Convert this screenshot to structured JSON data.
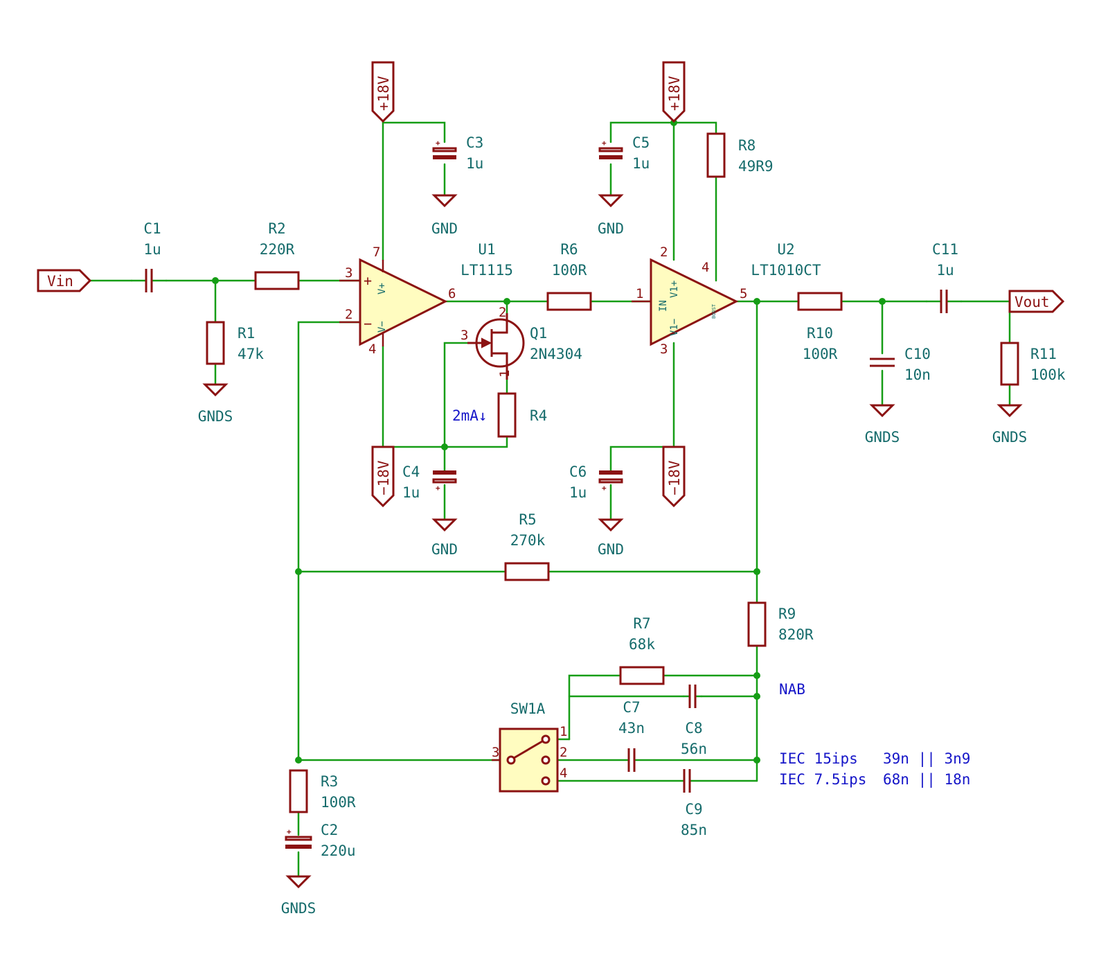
{
  "labels": {
    "vin": "Vin",
    "vout": "Vout"
  },
  "power": {
    "p18": "+18V",
    "n18": "−18V"
  },
  "grounds": {
    "gnd": "GND",
    "gnds": "GNDS"
  },
  "components": {
    "C1": {
      "ref": "C1",
      "value": "1u"
    },
    "C2": {
      "ref": "C2",
      "value": "220u"
    },
    "C3": {
      "ref": "C3",
      "value": "1u"
    },
    "C4": {
      "ref": "C4",
      "value": "1u"
    },
    "C5": {
      "ref": "C5",
      "value": "1u"
    },
    "C6": {
      "ref": "C6",
      "value": "1u"
    },
    "C7": {
      "ref": "C7",
      "value": "43n"
    },
    "C8": {
      "ref": "C8",
      "value": "56n"
    },
    "C9": {
      "ref": "C9",
      "value": "85n"
    },
    "C10": {
      "ref": "C10",
      "value": "10n"
    },
    "C11": {
      "ref": "C11",
      "value": "1u"
    },
    "R1": {
      "ref": "R1",
      "value": "47k"
    },
    "R2": {
      "ref": "R2",
      "value": "220R"
    },
    "R3": {
      "ref": "R3",
      "value": "100R"
    },
    "R4": {
      "ref": "R4",
      "value": ""
    },
    "R5": {
      "ref": "R5",
      "value": "270k"
    },
    "R6": {
      "ref": "R6",
      "value": "100R"
    },
    "R7": {
      "ref": "R7",
      "value": "68k"
    },
    "R8": {
      "ref": "R8",
      "value": "49R9"
    },
    "R9": {
      "ref": "R9",
      "value": "820R"
    },
    "R10": {
      "ref": "R10",
      "value": "100R"
    },
    "R11": {
      "ref": "R11",
      "value": "100k"
    },
    "U1": {
      "ref": "U1",
      "value": "LT1115"
    },
    "U2": {
      "ref": "U2",
      "value": "LT1010CT"
    },
    "Q1": {
      "ref": "Q1",
      "value": "2N4304"
    },
    "SW1A": {
      "ref": "SW1A",
      "value": ""
    }
  },
  "pins": {
    "u1": {
      "p7": "7",
      "p3": "3",
      "p2": "2",
      "p4": "4",
      "p6": "6",
      "vplus": "V+",
      "vminus": "V−",
      "plus": "+",
      "minus": "−"
    },
    "u2": {
      "p2": "2",
      "p4": "4",
      "p1": "1",
      "p3": "3",
      "p5": "5",
      "in": "IN",
      "v1plus": "V1+",
      "v1minus": "V1−",
      "boost": "BOOST"
    },
    "q1": {
      "p1": "1",
      "p2": "2",
      "p3": "3"
    },
    "sw": {
      "p1": "1",
      "p2": "2",
      "p3": "3",
      "p4": "4"
    }
  },
  "notes": {
    "current": "2mA↓",
    "nab": "NAB",
    "iec15_name": "IEC 15ips",
    "iec15_value": "39n || 3n9",
    "iec75_name": "IEC 7.5ips",
    "iec75_value": "68n || 18n"
  },
  "colors": {
    "wire": "#159d15",
    "symbol": "#8b1212",
    "text": "#156b6b",
    "note": "#1515c8",
    "fill": "#fffcc0"
  }
}
